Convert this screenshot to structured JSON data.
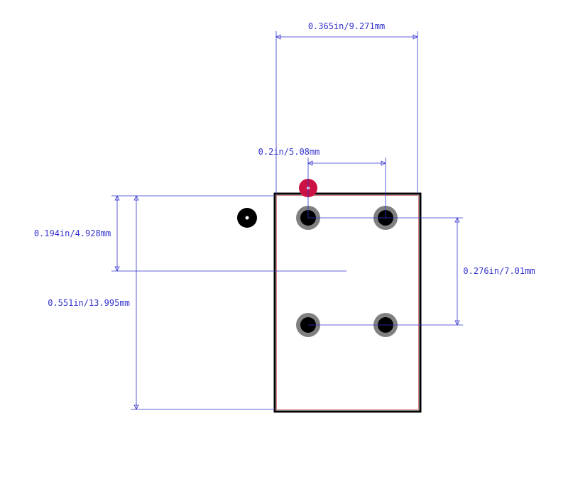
{
  "colors": {
    "dimension": "#3333cc",
    "outline": "#000000",
    "courtyard": "#cc6666",
    "pad_ring": "#808080",
    "pad_hole": "#000000",
    "pin1_marker": "#cc1144"
  },
  "dimensions": {
    "overall_width": "0.365in/9.271mm",
    "pin_pitch_x": "0.2in/5.08mm",
    "offset_y": "0.194in/4.928mm",
    "overall_height": "0.551in/13.995mm",
    "pin_pitch_y": "0.276in/7.01mm"
  }
}
